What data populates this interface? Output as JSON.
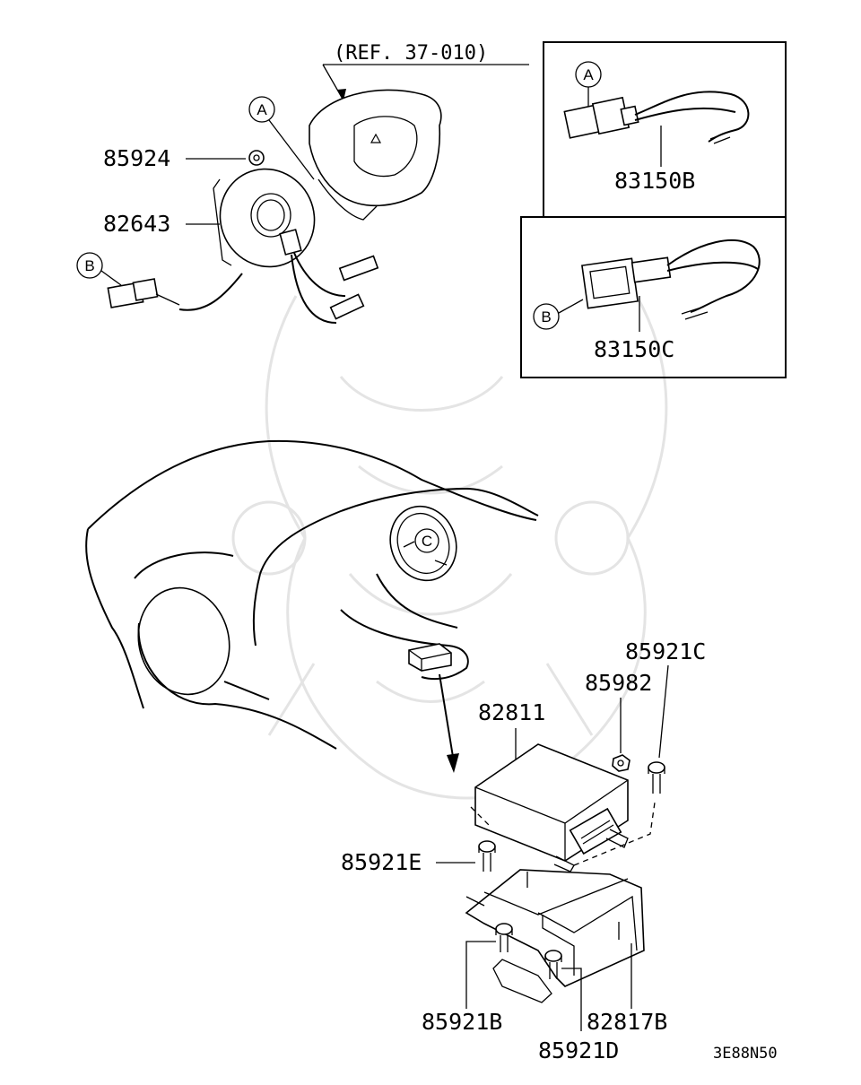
{
  "reference": "(REF. 37-010)",
  "diagram_code": "3E88N50",
  "callouts": {
    "a": "A",
    "b": "B",
    "c": "C"
  },
  "parts": {
    "p85924": "85924",
    "p82643": "82643",
    "p83150B": "83150B",
    "p83150C": "83150C",
    "p85921C": "85921C",
    "p85982": "85982",
    "p82811": "82811",
    "p85921E": "85921E",
    "p85921B": "85921B",
    "p82817B": "82817B",
    "p85921D": "85921D"
  }
}
